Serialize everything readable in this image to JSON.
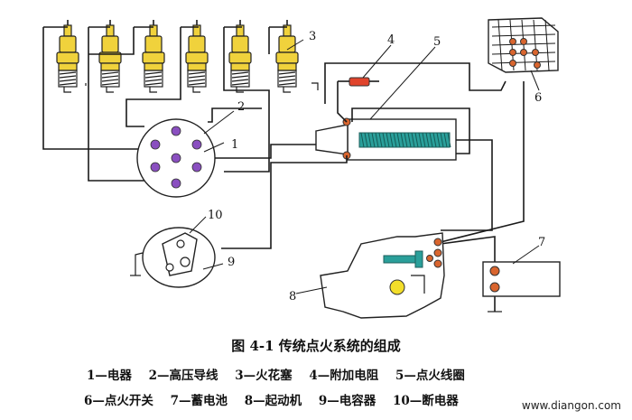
{
  "figure": {
    "callouts": [
      "1",
      "2",
      "3",
      "4",
      "5",
      "6",
      "7",
      "8",
      "9",
      "10"
    ],
    "caption": "图 4-1   传统点火系统的组成",
    "legend_row1": [
      "1—电器",
      "2—高压导线",
      "3—火花塞",
      "4—附加电阻",
      "5—点火线圈"
    ],
    "legend_row2": [
      "6—点火开关",
      "7—蓄电池",
      "8—起动机",
      "9—电容器",
      "10—断电器"
    ]
  },
  "watermark": "www.diangon.com",
  "colors": {
    "spark_plug": "#f0d23c",
    "coil_core": "#2a9f9a",
    "resistor": "#e0442c",
    "terminal": "#d9652e",
    "distributor_contact": "#8a4fc0",
    "condenser": "#f3de2a"
  },
  "components": [
    "spark-plug",
    "high-voltage-lead",
    "distributor-cap",
    "ballast-resistor",
    "ignition-coil",
    "ignition-switch",
    "battery",
    "starter-motor",
    "condenser",
    "breaker-points"
  ]
}
